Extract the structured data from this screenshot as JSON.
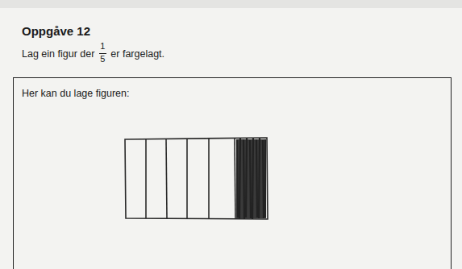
{
  "diagram": {
    "title": "Oppgåve 12",
    "nodes": [
      {
        "text": [
          "Her kan du lage figuren:"
        ]
      }
    ],
    "labels": [
      "Lag ein figur der",
      "1",
      "5",
      "er fargelagt."
    ]
  }
}
